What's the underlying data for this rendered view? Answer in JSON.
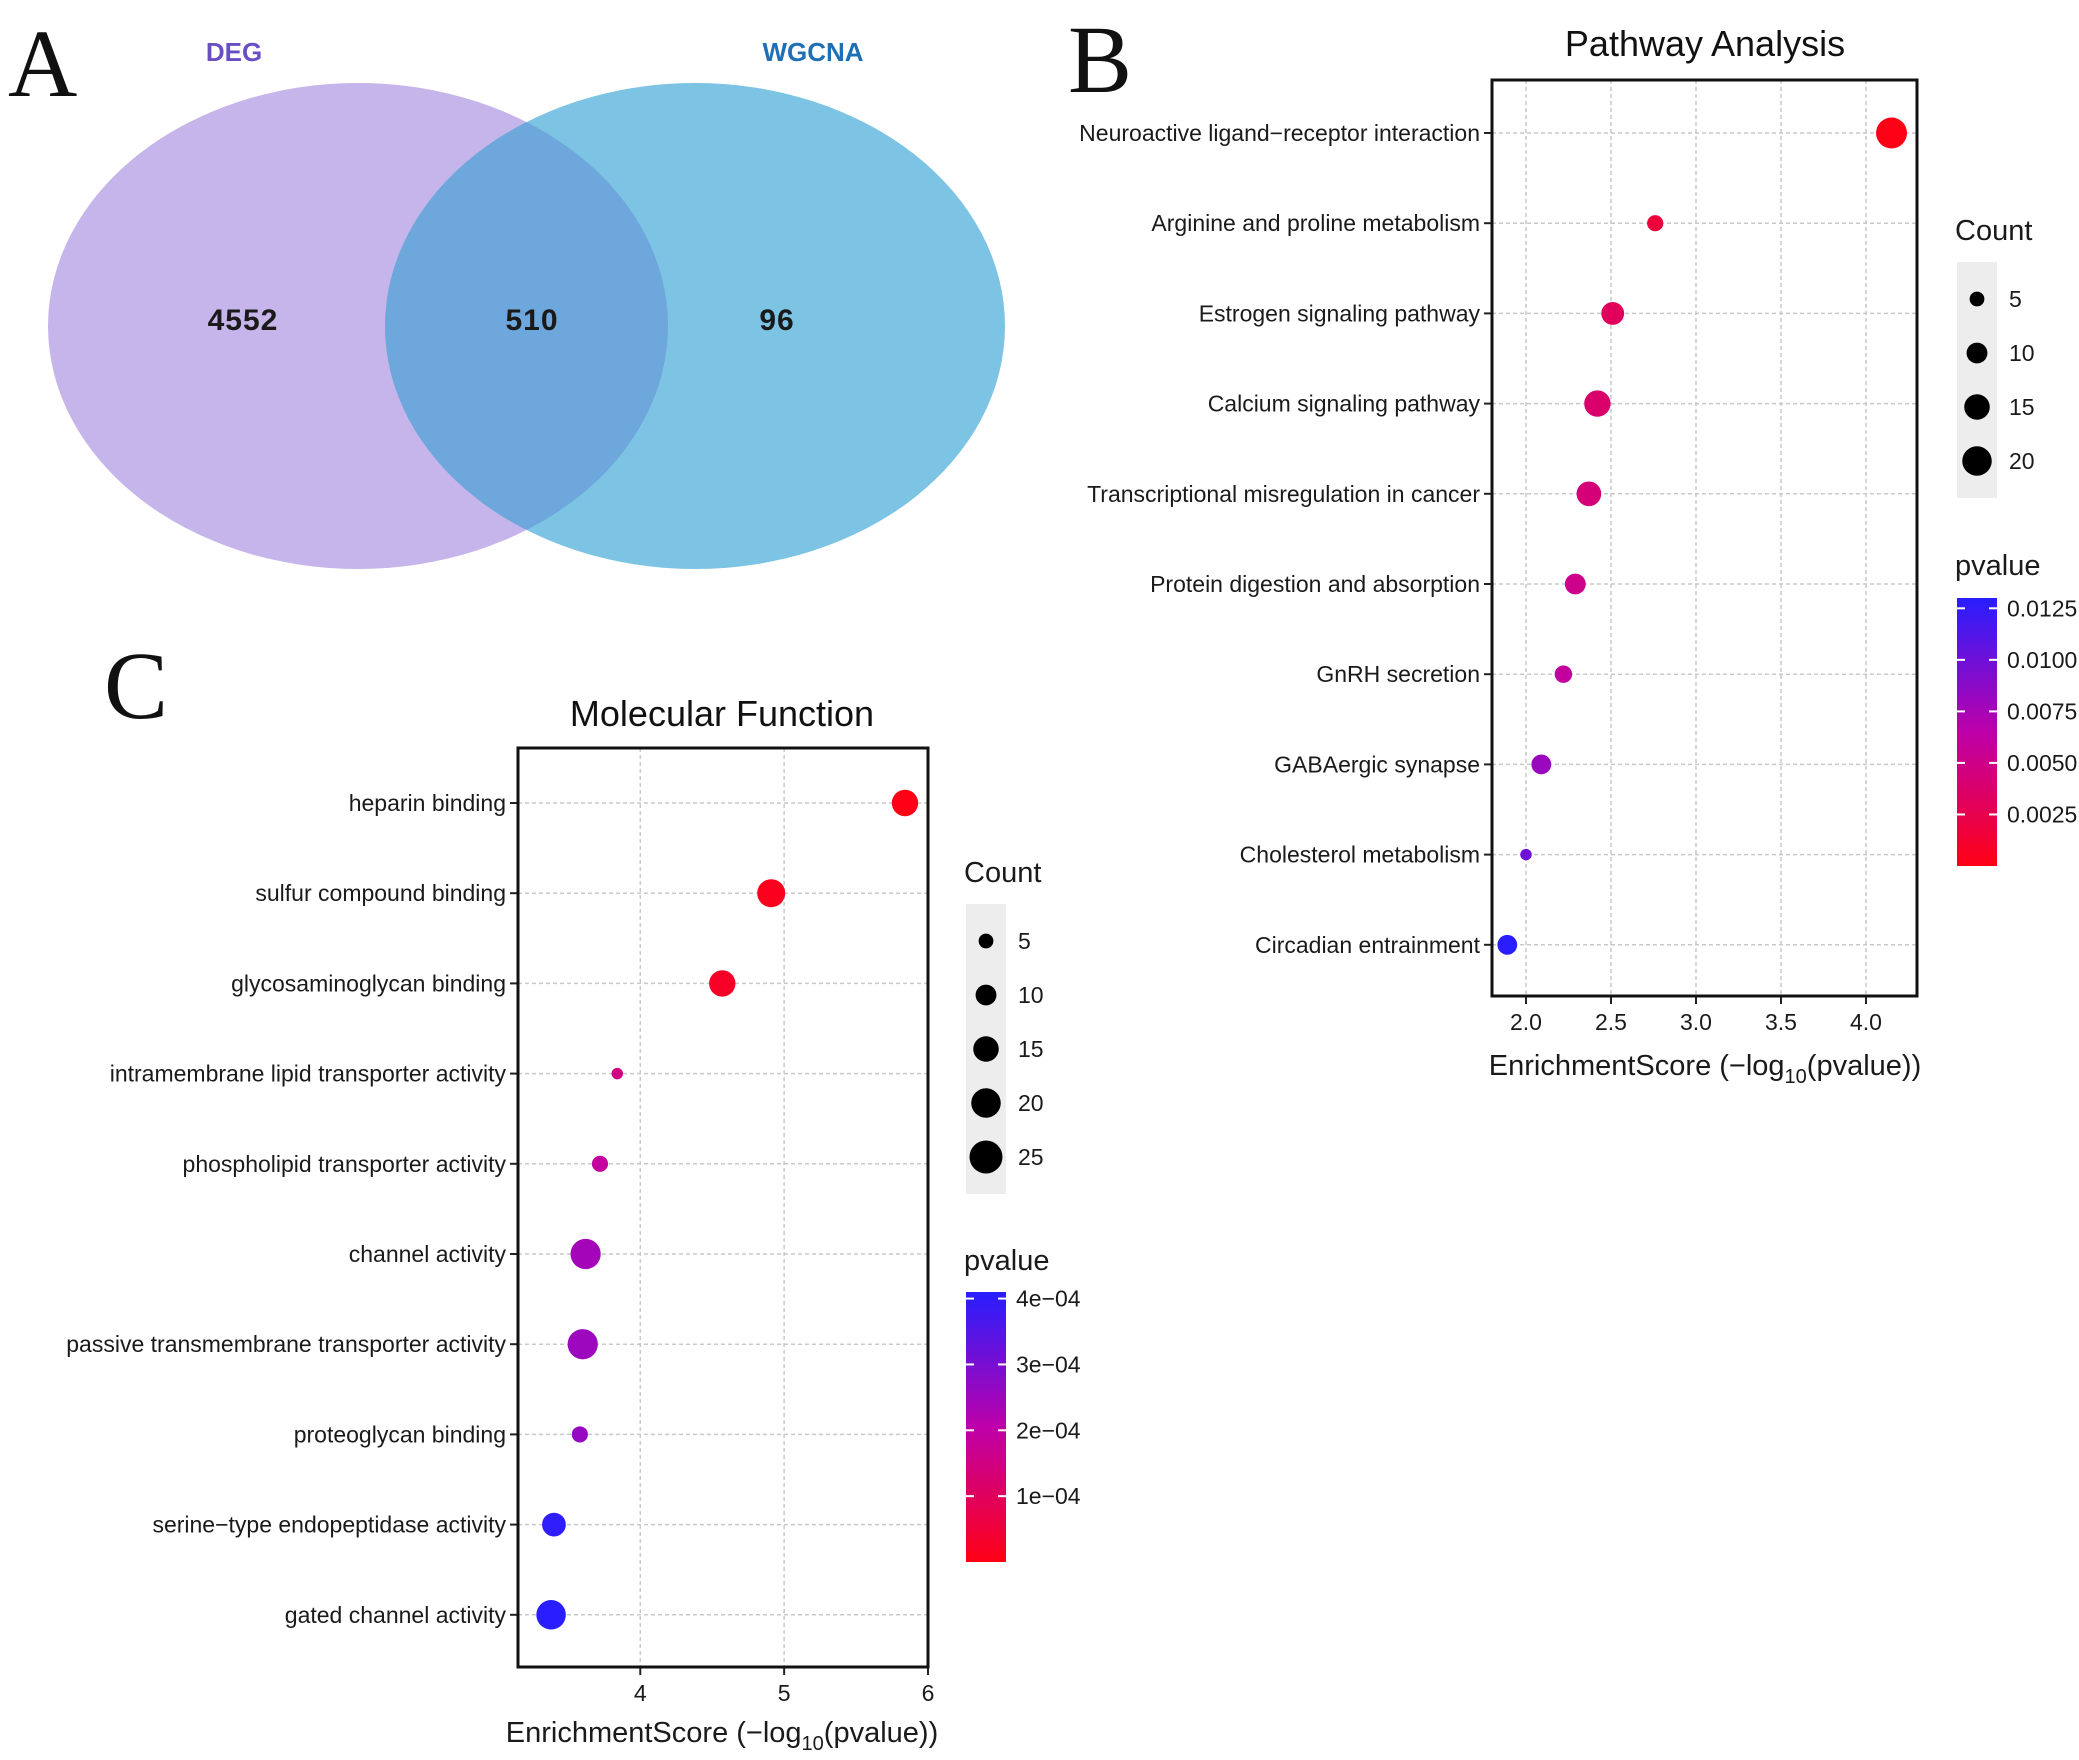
{
  "panels": {
    "A": "A",
    "B": "B",
    "C": "C"
  },
  "venn": {
    "sets": [
      {
        "name": "DEG",
        "color": "#c6b5ea",
        "label_color": "#6a4fc4"
      },
      {
        "name": "WGCNA",
        "color": "#7dc3e4",
        "label_color": "#1f6fb5"
      }
    ],
    "counts": {
      "only_deg": "4552",
      "both": "510",
      "only_wgcna": "96"
    },
    "overlap_color": "#6ea7dc"
  },
  "chart_data": [
    {
      "type": "scatter",
      "title": "Pathway Analysis",
      "xlabel_prefix": "EnrichmentScore (−log",
      "xlabel_sub": "10",
      "xlabel_suffix": "(pvalue))",
      "xlim": [
        1.8,
        4.3
      ],
      "xticks": [
        2.0,
        2.5,
        3.0,
        3.5,
        4.0
      ],
      "xtick_labels": [
        "2.0",
        "2.5",
        "3.0",
        "3.5",
        "4.0"
      ],
      "grid": true,
      "categories": [
        "Neuroactive ligand−receptor interaction",
        "Arginine and proline metabolism",
        "Estrogen signaling pathway",
        "Calcium signaling pathway",
        "Transcriptional misregulation in cancer",
        "Protein digestion and absorption",
        "GnRH secretion",
        "GABAergic synapse",
        "Cholesterol metabolism",
        "Circadian entrainment"
      ],
      "x": [
        4.15,
        2.76,
        2.51,
        2.42,
        2.37,
        2.29,
        2.22,
        2.09,
        2.0,
        1.89
      ],
      "count": [
        22,
        6,
        12,
        16,
        14,
        10,
        7,
        9,
        3,
        9
      ],
      "pvalue": [
        7e-05,
        0.0017,
        0.0031,
        0.0038,
        0.0043,
        0.0051,
        0.006,
        0.0081,
        0.01,
        0.0129
      ],
      "size_legend": {
        "title": "Count",
        "values": [
          5,
          10,
          15,
          20
        ],
        "labels": [
          "5",
          "10",
          "15",
          "20"
        ]
      },
      "color_legend": {
        "title": "pvalue",
        "min": 0,
        "max": 0.013,
        "ticks": [
          0.0125,
          0.01,
          0.0075,
          0.005,
          0.0025
        ],
        "labels": [
          "0.0125",
          "0.0100",
          "0.0075",
          "0.0050",
          "0.0025"
        ]
      },
      "legend_position": "right"
    },
    {
      "type": "scatter",
      "title": "Molecular Function",
      "xlabel_prefix": "EnrichmentScore (−log",
      "xlabel_sub": "10",
      "xlabel_suffix": "(pvalue))",
      "xlim": [
        3.15,
        6.0
      ],
      "xticks": [
        4,
        5,
        6
      ],
      "xtick_labels": [
        "4",
        "5",
        "6"
      ],
      "grid": true,
      "categories": [
        "heparin binding",
        "sulfur compound binding",
        "glycosaminoglycan binding",
        "intramembrane lipid transporter activity",
        "phospholipid transporter activity",
        "channel activity",
        "passive transmembrane transporter activity",
        "proteoglycan binding",
        "serine−type endopeptidase activity",
        "gated channel activity"
      ],
      "x": [
        5.84,
        4.91,
        4.57,
        3.84,
        3.72,
        3.62,
        3.6,
        3.58,
        3.4,
        3.38
      ],
      "count": [
        16,
        18,
        16,
        3,
        6,
        21,
        21,
        6,
        13,
        20
      ],
      "pvalue": [
        1.5e-06,
        1.2e-05,
        2.7e-05,
        0.00015,
        0.00019,
        0.00024,
        0.00025,
        0.00026,
        0.0004,
        0.00042
      ],
      "size_legend": {
        "title": "Count",
        "values": [
          5,
          10,
          15,
          20,
          25
        ],
        "labels": [
          "5",
          "10",
          "15",
          "20",
          "25"
        ]
      },
      "color_legend": {
        "title": "pvalue",
        "min": 0,
        "max": 0.00041,
        "ticks": [
          0.0004,
          0.0003,
          0.0002,
          0.0001
        ],
        "labels": [
          "4e−04",
          "3e−04",
          "2e−04",
          "1e−04"
        ]
      },
      "legend_position": "right"
    }
  ]
}
